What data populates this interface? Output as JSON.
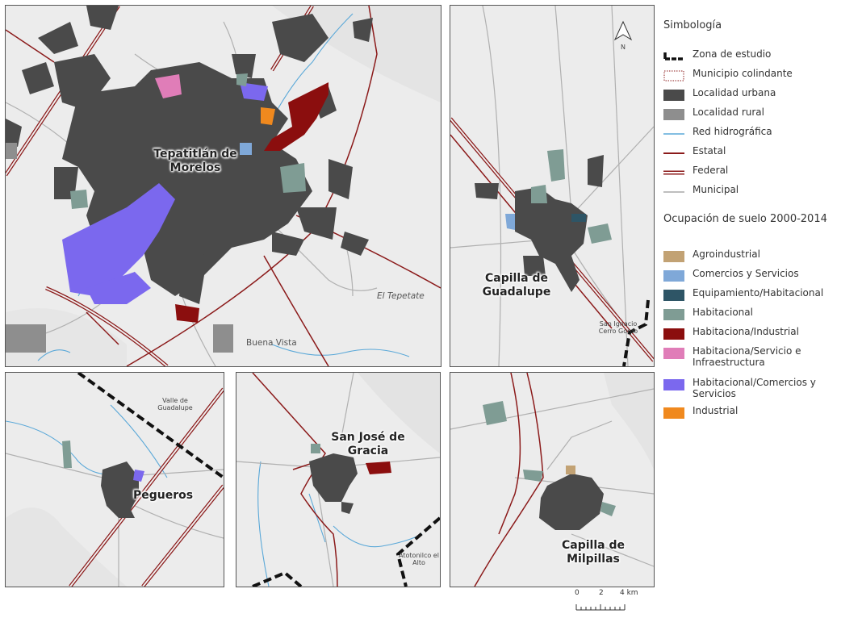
{
  "panels": {
    "tepatitlan": {
      "title": "Tepatitlán de Morelos",
      "place_labels": {
        "el_tepetate": "El Tepetate",
        "buena_vista": "Buena Vista"
      }
    },
    "capilla_guadalupe": {
      "title": "Capilla de Guadalupe",
      "place_labels": {
        "san_ignacio": "San Ignacio Cerro Gordo"
      },
      "north_label": "N"
    },
    "pegueros": {
      "title": "Pegueros",
      "place_labels": {
        "valle_guadalupe": "Valle de Guadalupe"
      }
    },
    "san_jose": {
      "title": "San José de Gracia",
      "place_labels": {
        "atotonilco": "Atotonilco el Alto"
      }
    },
    "capilla_milpillas": {
      "title": "Capilla de Milpillas"
    }
  },
  "legend": {
    "title": "Simbología",
    "items": [
      {
        "label": "Zona de estudio",
        "symbol": "dashed-boundary-icon"
      },
      {
        "label": "Municipio colindante",
        "symbol": "dotted-boundary-icon"
      },
      {
        "label": "Localidad urbana",
        "symbol": "urban-fill-icon"
      },
      {
        "label": "Localidad rural",
        "symbol": "rural-fill-icon"
      },
      {
        "label": "Red hidrográfica",
        "symbol": "river-line-icon"
      },
      {
        "label": "Estatal",
        "symbol": "state-road-icon"
      },
      {
        "label": "Federal",
        "symbol": "federal-road-icon"
      },
      {
        "label": "Municipal",
        "symbol": "municipal-road-icon"
      }
    ],
    "landuse_title": "Ocupación de suelo 2000-2014",
    "landuse_items": [
      {
        "label": "Agroindustrial",
        "color": "#c2a274"
      },
      {
        "label": "Comercios y Servicios",
        "color": "#7fa8d8"
      },
      {
        "label": "Equipamiento/Habitacional",
        "color": "#2e5566"
      },
      {
        "label": "Habitacional",
        "color": "#7f9c94"
      },
      {
        "label": "Habitaciona/Industrial",
        "color": "#8b0e0e"
      },
      {
        "label": "Habitaciona/Servicio e Infraestructura",
        "color": "#e07db8"
      },
      {
        "label": "Habitacional/Comercios y Servicios",
        "color": "#7b68ee"
      },
      {
        "label": "Industrial",
        "color": "#f0891e"
      }
    ]
  },
  "scale_bar": {
    "label_0": "0",
    "label_2": "2",
    "label_4": "4 km"
  },
  "colors": {
    "urban": "#4a4a4a",
    "rural": "#8e8e8e",
    "river": "#5aa8d8",
    "state_road": "#8b1a1a",
    "federal_road": "#8b1a1a",
    "municipal_road": "#a8a8a8",
    "background": "#efefef"
  }
}
